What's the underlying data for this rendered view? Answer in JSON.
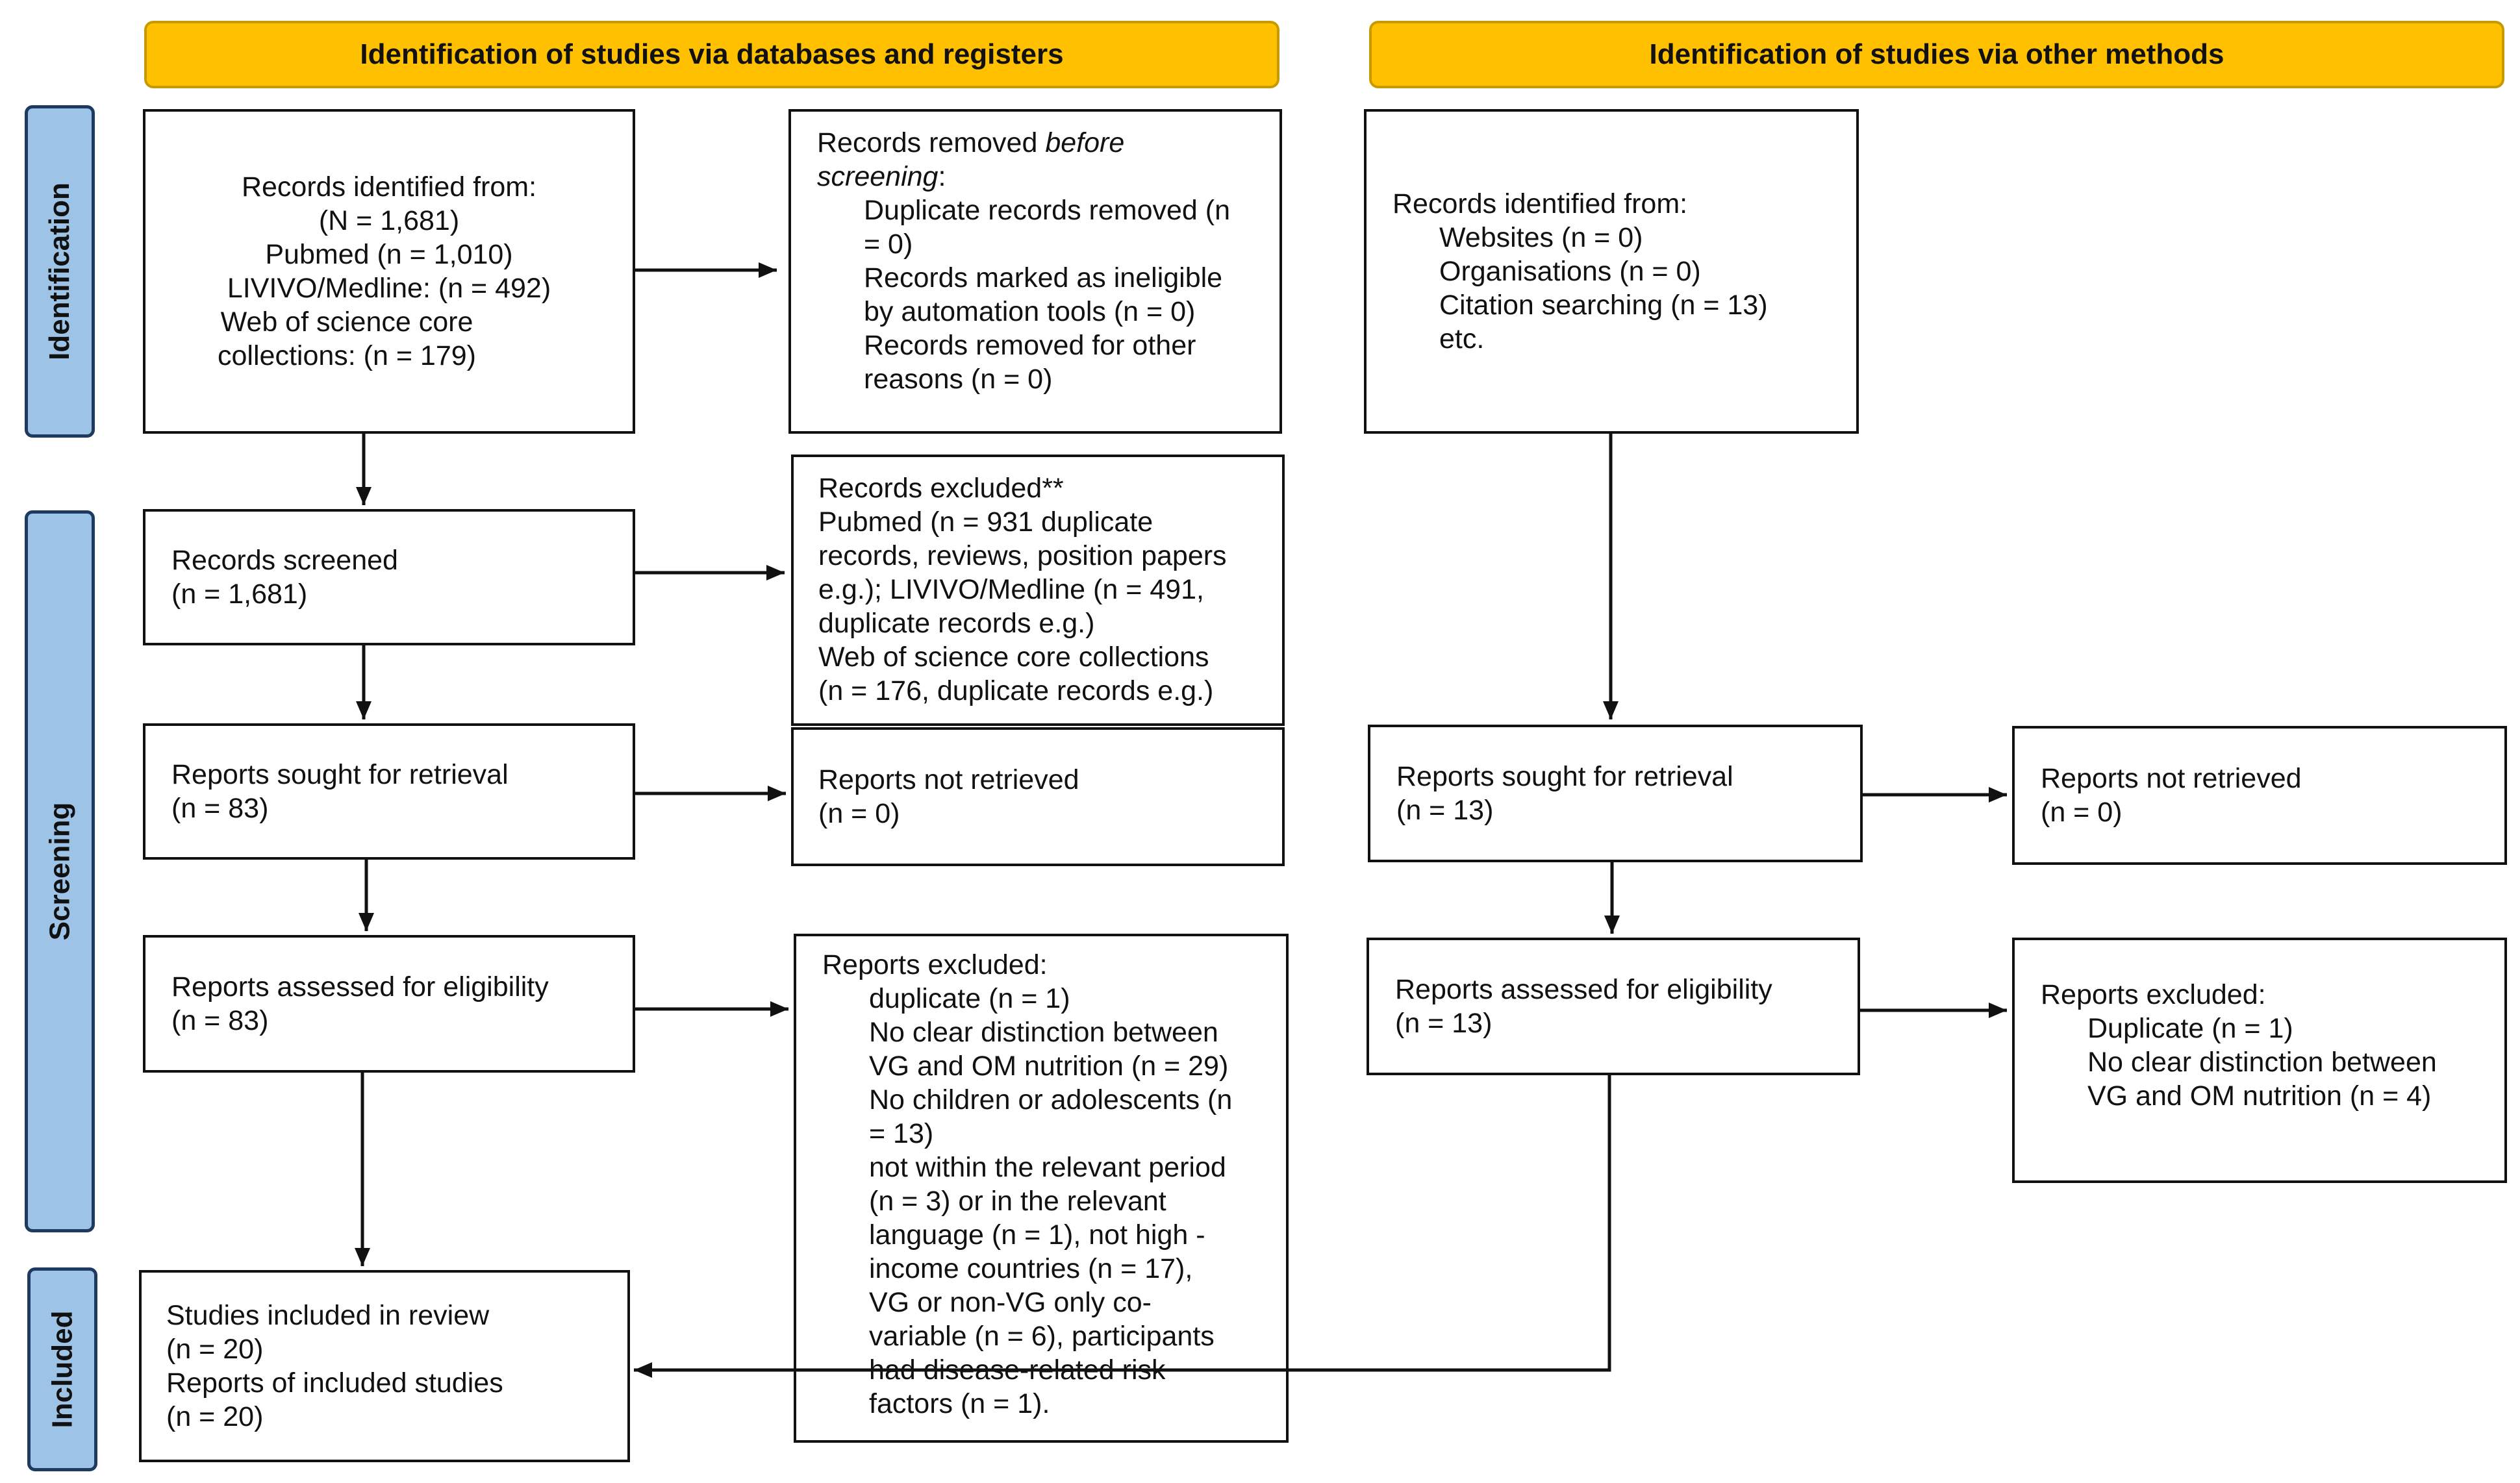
{
  "headers": {
    "databases": "Identification of studies via databases and registers",
    "other": "Identification of studies via other methods"
  },
  "phases": {
    "identification": "Identification",
    "screening": "Screening",
    "included": "Included"
  },
  "db": {
    "identified": {
      "title": "Records identified from:",
      "lines": [
        "(N = 1,681)",
        "Pubmed (n = 1,010)",
        "LIVIVO/Medline: (n = 492)",
        "Web of science core",
        "collections: (n = 179)"
      ]
    },
    "removed": {
      "title_a": "Records removed ",
      "title_b": "before",
      "title_c": "screening",
      "title_d": ":",
      "lines": [
        "Duplicate records removed (n",
        "= 0)",
        "Records marked as ineligible",
        "by automation tools (n = 0)",
        "Records removed for other",
        "reasons (n = 0)"
      ]
    },
    "screened": {
      "lines": [
        "Records screened",
        "(n = 1,681)"
      ]
    },
    "excluded": {
      "lines": [
        "Records excluded**",
        "Pubmed (n = 931 duplicate",
        "records, reviews, position papers",
        "e.g.); LIVIVO/Medline (n = 491,",
        "duplicate records e.g.)",
        "Web of science core collections",
        "(n = 176, duplicate records e.g.)"
      ]
    },
    "sought": {
      "lines": [
        "Reports sought for retrieval",
        "(n = 83)"
      ]
    },
    "not_retrieved": {
      "lines": [
        "Reports not retrieved",
        "(n = 0)"
      ]
    },
    "assessed": {
      "lines": [
        "Reports assessed for eligibility",
        "(n = 83)"
      ]
    },
    "reports_excluded": {
      "title": "Reports excluded:",
      "lines": [
        "duplicate (n = 1)",
        "No clear distinction between",
        "VG and OM nutrition (n = 29)",
        "No children or adolescents (n",
        "= 13)",
        "not within the relevant period",
        "(n = 3) or in the relevant",
        "language (n = 1), not high -",
        "income countries (n = 17),",
        "VG or non-VG only co-",
        "variable (n = 6), participants",
        "had disease-related risk",
        "factors (n = 1)."
      ]
    },
    "included": {
      "lines": [
        "Studies included in review",
        "(n = 20)",
        "Reports of included studies",
        "(n = 20)"
      ]
    }
  },
  "other": {
    "identified": {
      "title": "Records identified from:",
      "lines": [
        "Websites (n = 0)",
        "Organisations (n = 0)",
        "Citation searching (n = 13)",
        "etc."
      ]
    },
    "sought": {
      "lines": [
        "Reports sought for retrieval",
        "(n = 13)"
      ]
    },
    "not_retrieved": {
      "lines": [
        "Reports not retrieved",
        "(n = 0)"
      ]
    },
    "assessed": {
      "lines": [
        "Reports assessed for eligibility",
        "(n = 13)"
      ]
    },
    "reports_excluded": {
      "title": "Reports excluded:",
      "lines": [
        "Duplicate (n = 1)",
        "No clear distinction between",
        "VG and OM nutrition (n = 4)"
      ]
    }
  },
  "colors": {
    "header_fill": "#ffc000",
    "phase_fill": "#9dc3e6",
    "phase_border": "#1f3a5f",
    "line": "#111111"
  }
}
